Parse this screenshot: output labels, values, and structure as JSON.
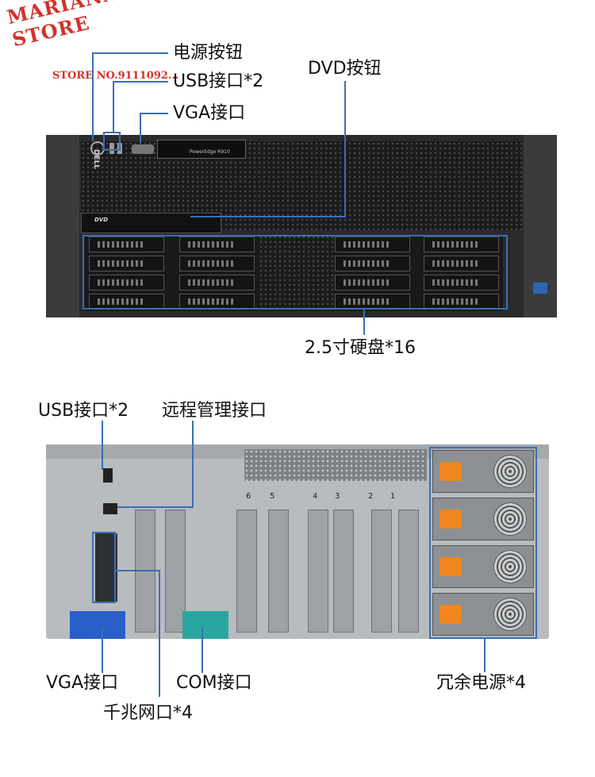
{
  "watermark": {
    "line1": "MARIANA TRENCH STORE",
    "line2": "STORE NO.9111092...",
    "color": "#d3322a"
  },
  "front_labels": {
    "power_button": "电源按钮",
    "usb_front": "USB接口*2",
    "vga_front": "VGA接口",
    "dvd_button": "DVD按钮",
    "hdd": "2.5寸硬盘*16"
  },
  "front_panel_text": {
    "brand": "DELL",
    "model": "PowerEdge R910",
    "dvd": "DVD"
  },
  "rear_labels": {
    "usb_rear": "USB接口*2",
    "remote_mgmt": "远程管理接口",
    "vga_rear": "VGA接口",
    "com": "COM接口",
    "gigabit": "千兆网口*4",
    "psu": "冗余电源*4"
  },
  "slot_numbers": [
    "6",
    "5",
    "4",
    "3",
    "2",
    "1"
  ],
  "colors": {
    "callout_line": "#3a6fb5",
    "psu_plug": "#f0861e",
    "vga_port": "#2a5ec9",
    "com_port": "#2aa6a0"
  }
}
